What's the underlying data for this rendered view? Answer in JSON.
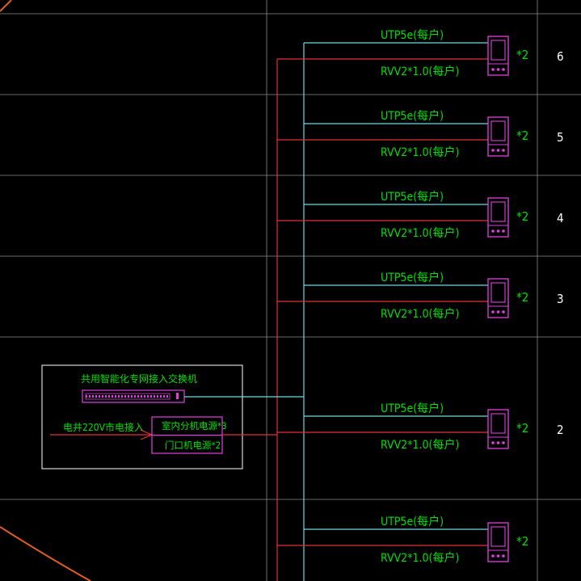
{
  "colors": {
    "background": "#000000",
    "grid": "#8a8a8a",
    "utp_line": "#6fd8e0",
    "power_line": "#e0303a",
    "label_green": "#00e000",
    "device_magenta": "#e040e0",
    "frame_white": "#ffffff",
    "floor_number": "#ffffff",
    "orange_arc": "#e06020"
  },
  "floors": [
    {
      "floor": "6",
      "utp_label": "UTP5e(每户)",
      "power_label": "RVV2*1.0(每户)",
      "multiplier": "*2"
    },
    {
      "floor": "5",
      "utp_label": "UTP5e(每户)",
      "power_label": "RVV2*1.0(每户)",
      "multiplier": "*2"
    },
    {
      "floor": "4",
      "utp_label": "UTP5e(每户)",
      "power_label": "RVV2*1.0(每户)",
      "multiplier": "*2"
    },
    {
      "floor": "3",
      "utp_label": "UTP5e(每户)",
      "power_label": "RVV2*1.0(每户)",
      "multiplier": "*2"
    },
    {
      "floor": "2",
      "utp_label": "UTP5e(每户)",
      "power_label": "RVV2*1.0(每户)",
      "multiplier": "*2"
    },
    {
      "floor": "",
      "utp_label": "UTP5e(每户)",
      "power_label": "RVV2*1.0(每户)",
      "multiplier": "*2"
    }
  ],
  "equipment_box": {
    "switch_label": "共用智能化专网接入交换机",
    "power_in_label": "电井220V市电接入",
    "psu_indoor": "室内分机电源*3",
    "psu_door": "门口机电源*2"
  }
}
